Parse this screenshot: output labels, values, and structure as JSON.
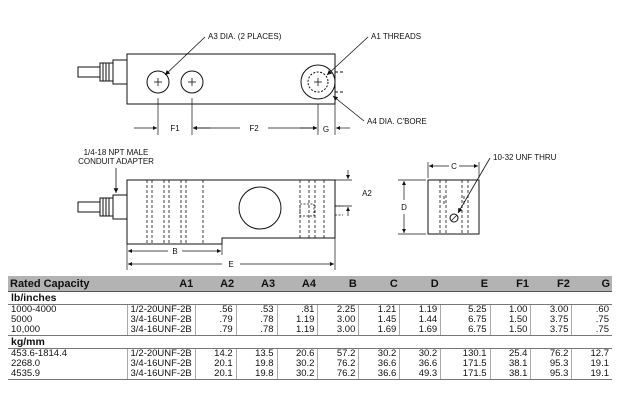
{
  "labels": {
    "a3": "A3  DIA.  (2 PLACES)",
    "a1": "A1 THREADS",
    "a4": "A4 DIA. C'BORE",
    "f1": "F1",
    "f2": "F2",
    "g": "G",
    "npt_line1": "1/4-18 NPT MALE",
    "npt_line2": "CONDUIT  ADAPTER",
    "c": "C",
    "unf": "10-32 UNF THRU",
    "a2": "A2",
    "d": "D",
    "b": "B",
    "e": "E"
  },
  "table": {
    "headers": [
      "Rated Capacity",
      "A1",
      "A2",
      "A3",
      "A4",
      "B",
      "C",
      "D",
      "E",
      "F1",
      "F2",
      "G"
    ],
    "groups": [
      {
        "unit": "lb/inches",
        "rows": [
          [
            "1000-4000",
            "1/2-20UNF-2B",
            ".56",
            ".53",
            ".81",
            "2.25",
            "1.21",
            "1.19",
            "5.25",
            "1.00",
            "3.00",
            ".60"
          ],
          [
            "5000",
            "3/4-16UNF-2B",
            ".79",
            ".78",
            "1.19",
            "3.00",
            "1.45",
            "1.44",
            "6.75",
            "1.50",
            "3.75",
            ".75"
          ],
          [
            "10,000",
            "3/4-16UNF-2B",
            ".79",
            ".78",
            "1.19",
            "3.00",
            "1.69",
            "1.69",
            "6.75",
            "1.50",
            "3.75",
            ".75"
          ]
        ]
      },
      {
        "unit": "kg/mm",
        "rows": [
          [
            "453.6-1814.4",
            "1/2-20UNF-2B",
            "14.2",
            "13.5",
            "20.6",
            "57.2",
            "30.2",
            "30.2",
            "130.1",
            "25.4",
            "76.2",
            "12.7"
          ],
          [
            "2268.0",
            "3/4-16UNF-2B",
            "20.1",
            "19.8",
            "30.2",
            "76.2",
            "36.6",
            "36.6",
            "171.5",
            "38.1",
            "95.3",
            "19.1"
          ],
          [
            "4535.9",
            "3/4-16UNF-2B",
            "20.1",
            "19.8",
            "30.2",
            "76.2",
            "36.6",
            "49.3",
            "171.5",
            "38.1",
            "95.3",
            "19.1"
          ]
        ]
      }
    ]
  }
}
